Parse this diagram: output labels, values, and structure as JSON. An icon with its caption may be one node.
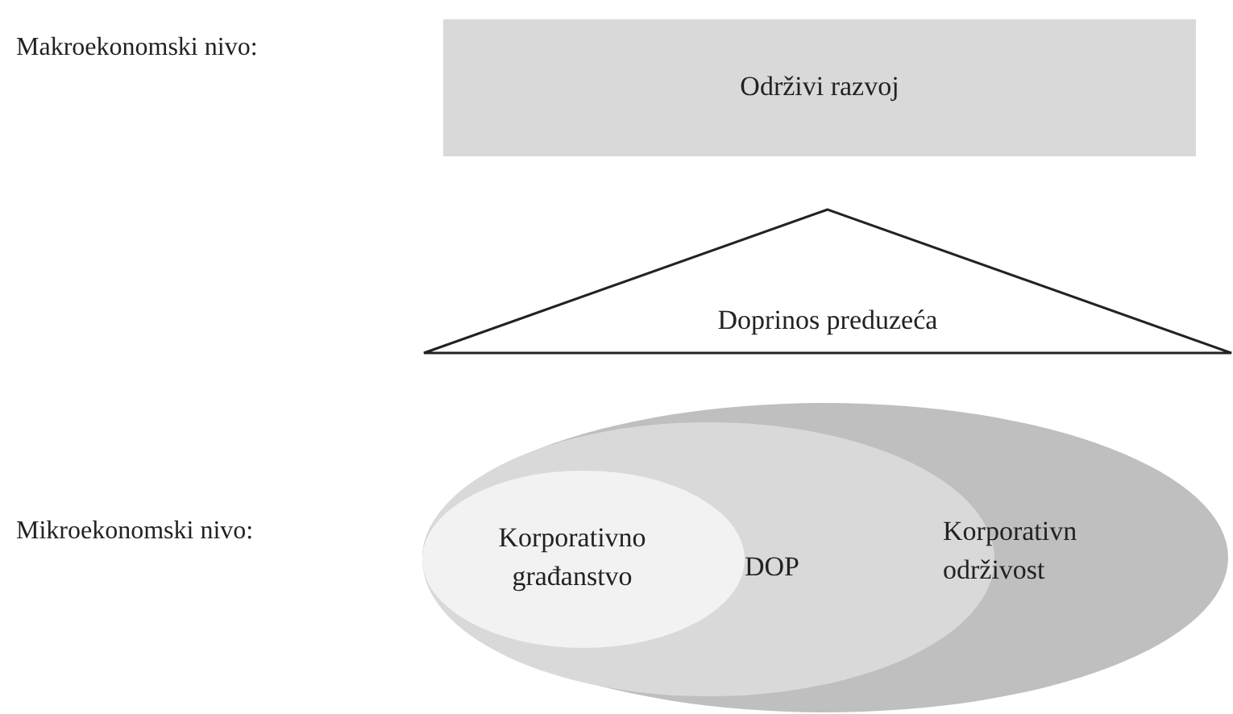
{
  "diagram": {
    "nodes": [
      {
        "text": [
          "Održivi razvoj"
        ]
      },
      {
        "text": [
          "Doprinos preduzeća"
        ]
      },
      {
        "text": [
          "Korporativn održivost"
        ]
      },
      {
        "text": [
          "DOP"
        ],
        "in": 2
      },
      {
        "text": [
          "Korporativno građanstvo"
        ],
        "in": 3
      }
    ],
    "labels": [
      "Makroekonomski nivo:",
      "Mikroekonomski nivo:"
    ]
  }
}
